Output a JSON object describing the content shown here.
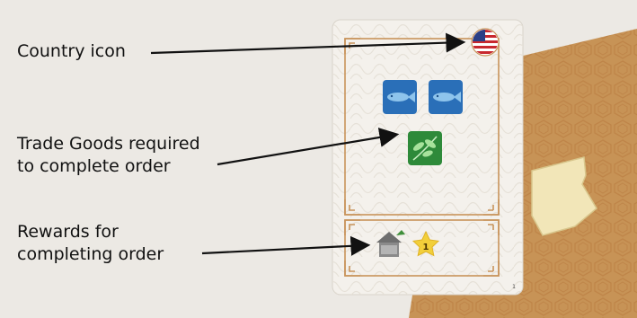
{
  "labels": {
    "country_icon": "Country icon",
    "trade_goods_line1": "Trade Goods required",
    "trade_goods_line2": "to complete order",
    "rewards_line1": "Rewards for",
    "rewards_line2": "completing order"
  },
  "card": {
    "reward_star_value": "1",
    "card_number": "1"
  },
  "colors": {
    "card_bg": "#f4f1ec",
    "card_border": "#c8935a",
    "goods_blue": "#2a6fb8",
    "goods_green": "#2e8a3a",
    "back_card": "#c9924f",
    "star": "#f2cf3a"
  },
  "icons": {
    "country": "usa-flag-icon",
    "goods": [
      "fish-icon",
      "fish-icon",
      "tea-leaf-icon"
    ],
    "rewards": [
      "building-icon",
      "star-icon"
    ]
  }
}
